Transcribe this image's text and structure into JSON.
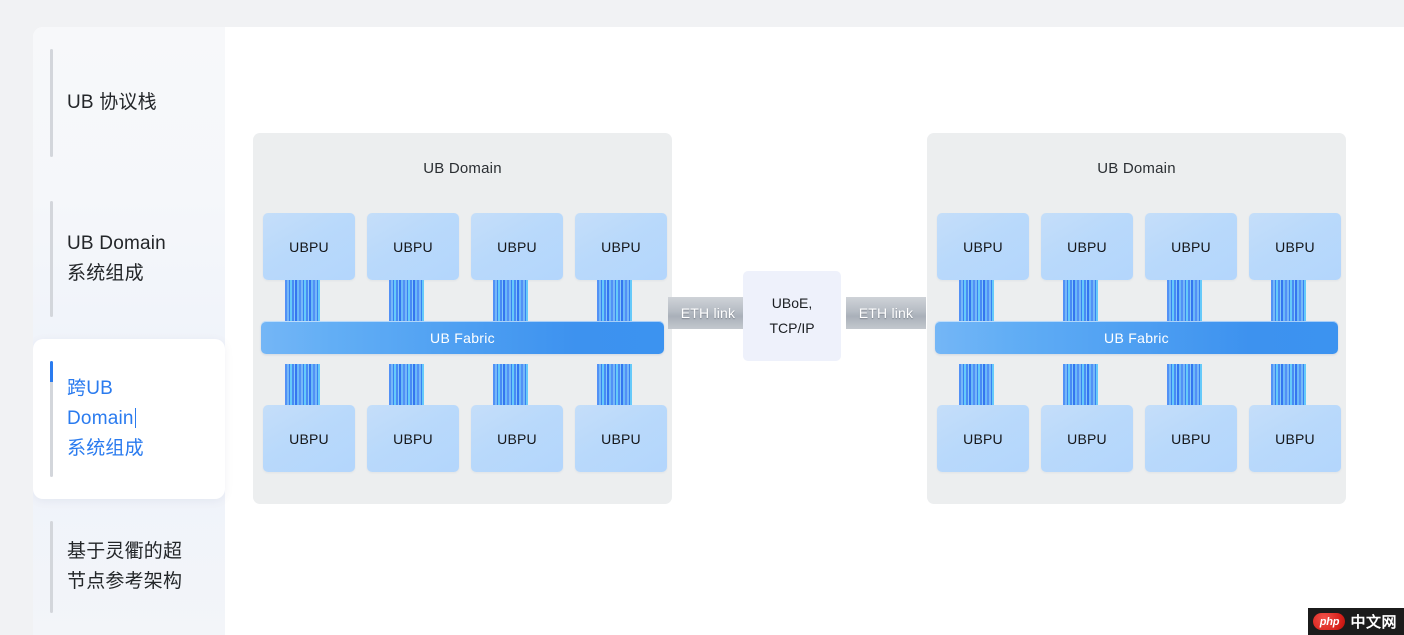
{
  "sidebar": {
    "items": [
      {
        "label": "UB 协议栈",
        "active": false
      },
      {
        "label": "UB Domain\n系统组成",
        "active": false
      },
      {
        "label": "跨UB\nDomain\n系统组成",
        "active": true
      },
      {
        "label": "基于灵衢的超\n节点参考架构",
        "active": false
      }
    ]
  },
  "diagram": {
    "type": "architecture-block-diagram",
    "domains": [
      {
        "id": "left",
        "title": "UB Domain",
        "fabric_label": "UB Fabric",
        "top_row": [
          "UBPU",
          "UBPU",
          "UBPU",
          "UBPU"
        ],
        "bottom_row": [
          "UBPU",
          "UBPU",
          "UBPU",
          "UBPU"
        ]
      },
      {
        "id": "right",
        "title": "UB Domain",
        "fabric_label": "UB Fabric",
        "top_row": [
          "UBPU",
          "UBPU",
          "UBPU",
          "UBPU"
        ],
        "bottom_row": [
          "UBPU",
          "UBPU",
          "UBPU",
          "UBPU"
        ]
      }
    ],
    "interconnect": {
      "left_link_label": "ETH link",
      "right_link_label": "ETH link",
      "protocol_line1": "UBoE,",
      "protocol_line2": "TCP/IP"
    },
    "colors": {
      "fabric_blue": "#4fa0f2",
      "ubpu_blue": "#b9d9fb",
      "domain_bg": "#eceeef",
      "accent_blue": "#2a7bef",
      "eth_gray": "#b6bcc4",
      "uboe_bg": "#eef1fb"
    }
  },
  "watermark": {
    "badge": "php",
    "text": "中文网"
  }
}
